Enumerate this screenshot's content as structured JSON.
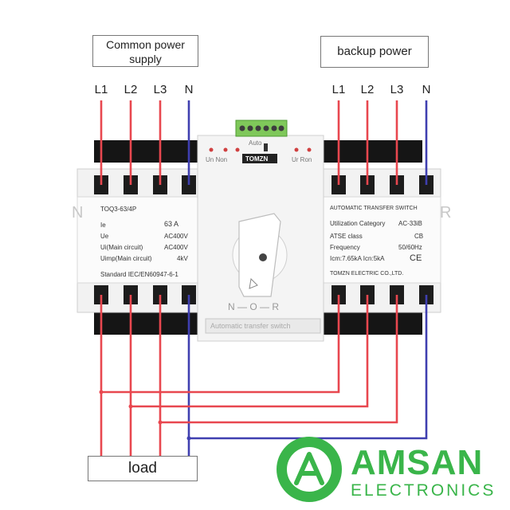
{
  "labels": {
    "common_power_line1": "Common power",
    "common_power_line2": "supply",
    "backup_power": "backup power",
    "load": "load"
  },
  "phases_left": [
    "L1",
    "L2",
    "L3",
    "N"
  ],
  "phases_right": [
    "L1",
    "L2",
    "L3",
    "N"
  ],
  "device": {
    "brand_badge": "TOMZN",
    "top_indicators_left": "Un  Non",
    "top_indicators_right": "Ur  Ron",
    "top_indicator_center": "Auto",
    "side_left": "N",
    "side_right": "R",
    "left_panel": {
      "model": "TOQ3-63/4P",
      "ie_label": "Ie",
      "ie_value": "63 A",
      "ue_label": "Ue",
      "ue_value": "AC400V",
      "ui_label": "Ui(Main circuit)",
      "ui_value": "AC400V",
      "uimp_label": "Uimp(Main circuit)",
      "uimp_value": "4kV",
      "standard": "Standard IEC/EN60947-6-1"
    },
    "right_panel": {
      "title": "AUTOMATIC TRANSFER SWITCH",
      "category_label": "Utilization Category",
      "category_value": "AC-33iB",
      "class_label": "ATSE class",
      "class_value": "CB",
      "freq_label": "Frequency",
      "freq_value": "50/60Hz",
      "icm": "Icm:7.65kA Icn:5kA",
      "ce": "CE",
      "maker": "TOMZN ELECTRIC CO.,LTD."
    },
    "knob_positions": "N — O — R",
    "bottom_caption": "Automatic transfer switch"
  },
  "brand": {
    "logo_letter": "A",
    "name": "AMSAN",
    "sub": "ELECTRONICS"
  },
  "colors": {
    "phase_wire": "#e8474f",
    "neutral_wire": "#3f3fb0",
    "brand_green": "#3ab54a"
  }
}
